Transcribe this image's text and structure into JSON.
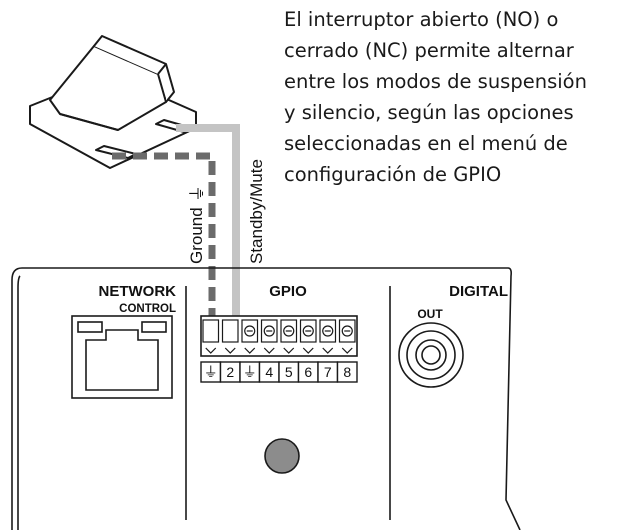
{
  "description": {
    "lines": [
      "El interruptor abierto (NO) o",
      "cerrado (NC) permite alternar",
      "entre los modos de suspensión",
      "y silencio, según las opciones",
      "seleccionadas en el menú de",
      "configuración de GPIO"
    ]
  },
  "wires": {
    "ground_label": "Ground",
    "standby_label": "Standby/Mute",
    "ground_symbol": "⏚"
  },
  "panel": {
    "network": {
      "title": "NETWORK",
      "subtitle": "CONTROL"
    },
    "gpio": {
      "title": "GPIO",
      "pins": [
        "⏚",
        "2",
        "⏚",
        "4",
        "5",
        "6",
        "7",
        "8"
      ]
    },
    "digital": {
      "title": "DIGITAL",
      "subtitle": "OUT"
    }
  },
  "colors": {
    "wire_ground": "#6b6b6b",
    "wire_signal": "#c4c4c4",
    "knob": "#8c8c8c"
  }
}
